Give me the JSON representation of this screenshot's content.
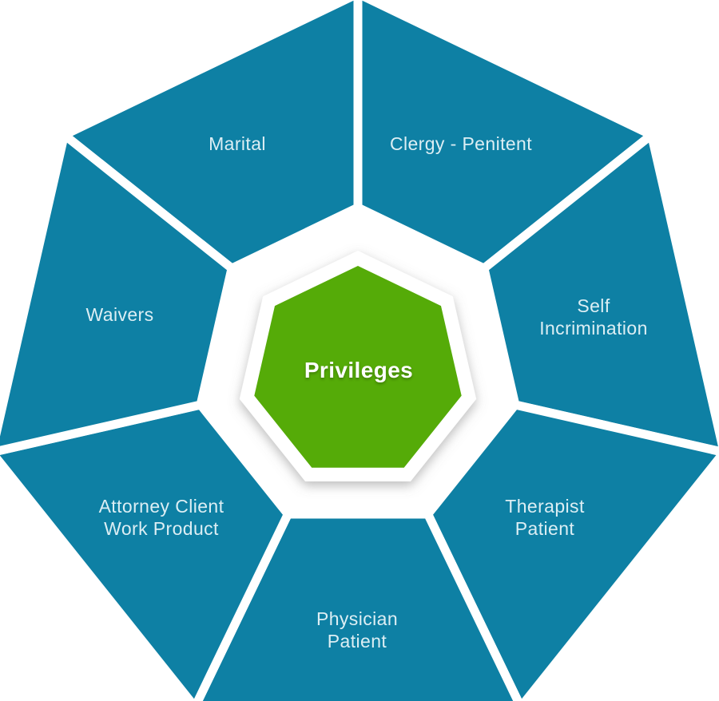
{
  "diagram": {
    "type": "segmented-wheel-heptagon",
    "center": {
      "label": "Privileges"
    },
    "segments": [
      {
        "id": "marital",
        "label": "Marital"
      },
      {
        "id": "clergy-penitent",
        "label": "Clergy - Penitent"
      },
      {
        "id": "self-incrimination",
        "label": "Self\nIncrimination"
      },
      {
        "id": "therapist-patient",
        "label": "Therapist\nPatient"
      },
      {
        "id": "physician-patient",
        "label": "Physician\nPatient"
      },
      {
        "id": "attorney-client",
        "label": "Attorney Client\nWork Product"
      },
      {
        "id": "waivers",
        "label": "Waivers"
      }
    ],
    "colors": {
      "segment_fill": "#0e80a4",
      "divider": "#ffffff",
      "ring_fill": "#ffffff",
      "center_fill": "#55ab08",
      "label_text": "#dceef4",
      "center_text": "#ffffff",
      "background": "#ffffff"
    }
  }
}
